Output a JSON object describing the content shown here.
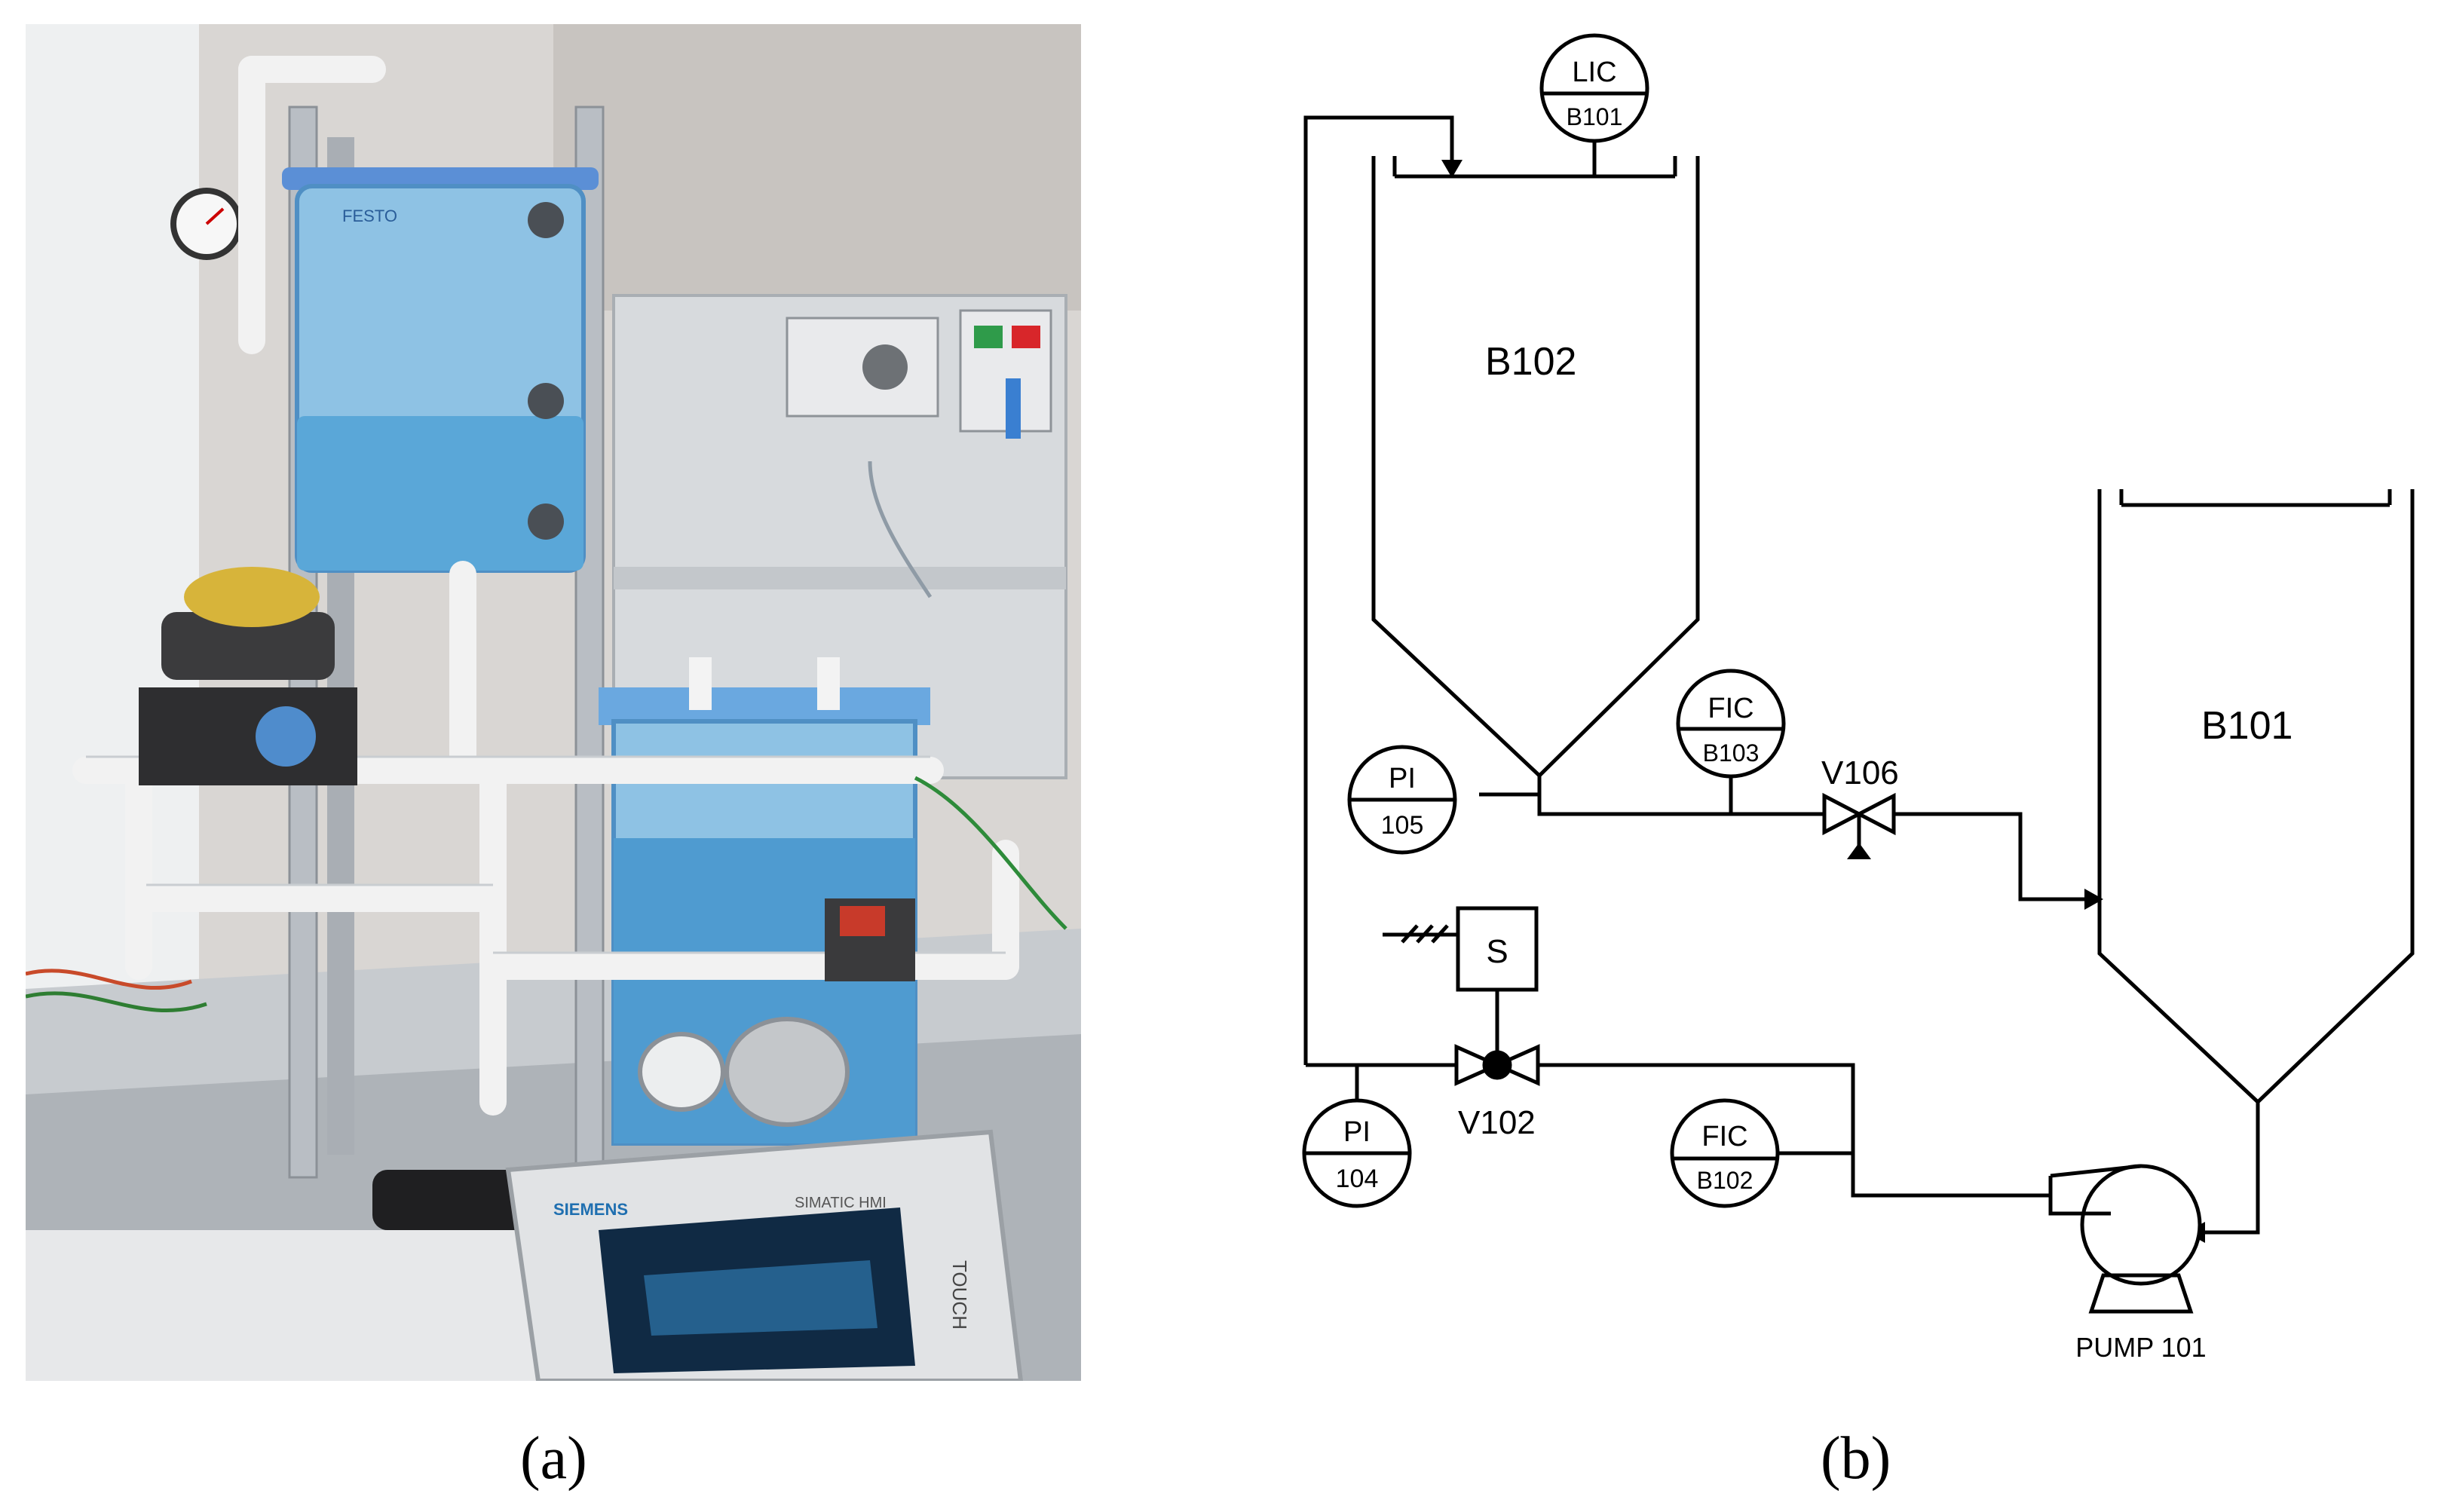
{
  "captions": {
    "a": "(a)",
    "b": "(b)"
  },
  "photo": {
    "icon": "lab-process-station-photo",
    "hmi_brand": "SIEMENS",
    "hmi_label": "SIMATIC HMI",
    "hmi_touch": "TOUCH",
    "tank_brand": "FESTO"
  },
  "diagram": {
    "tanks": {
      "upper": "B102",
      "lower": "B101"
    },
    "instruments": {
      "lic": {
        "top": "LIC",
        "bottom": "B101"
      },
      "fic_b103": {
        "top": "FIC",
        "bottom": "B103"
      },
      "pi_105": {
        "top": "PI",
        "bottom": "105"
      },
      "pi_104": {
        "top": "PI",
        "bottom": "104"
      },
      "fic_b102": {
        "top": "FIC",
        "bottom": "B102"
      }
    },
    "valves": {
      "v106": "V106",
      "v102": "V102"
    },
    "solenoid": "S",
    "pump": "PUMP 101"
  },
  "colors": {
    "line": "#000000",
    "tank_water": "#5aa7d8",
    "pipe": "#f2f2f2",
    "frame": "#b9bec4"
  }
}
